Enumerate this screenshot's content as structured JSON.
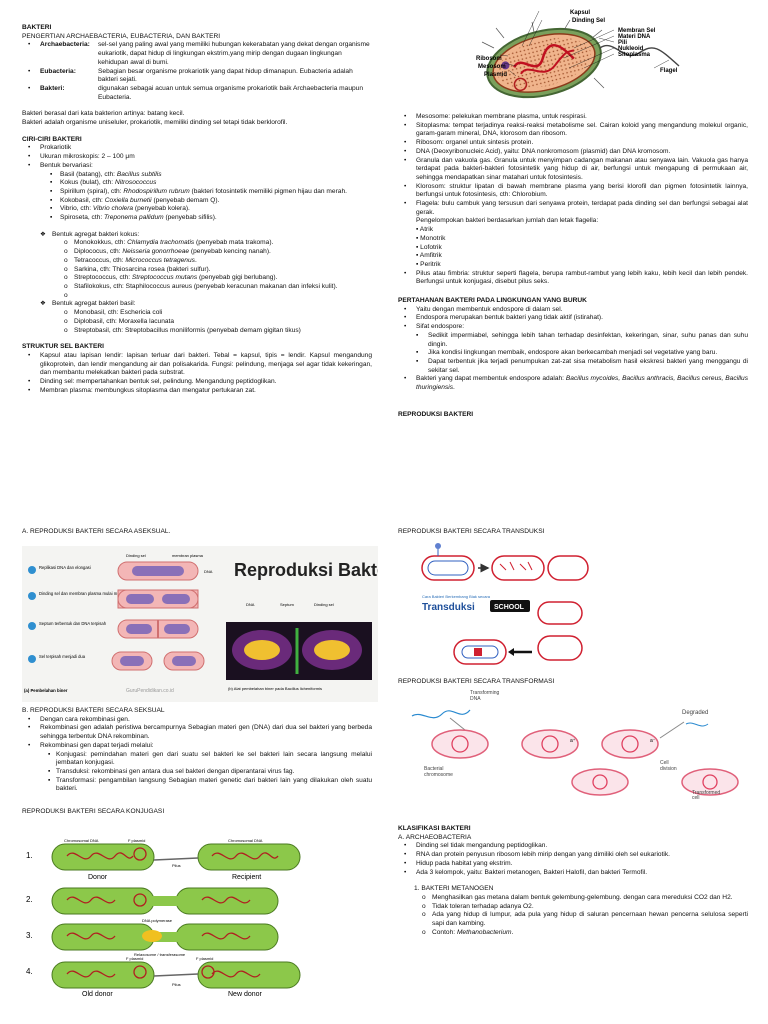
{
  "left_top": {
    "title": "BAKTERI",
    "subtitle": "PENGERTIAN ARCHAEBACTERIA, EUBACTERIA, DAN BAKTERI",
    "defs": [
      {
        "term": "Archaebacteria",
        "sep": ":",
        "text": "sel-sel yang paling awal yang memiliki hubungan kekerabatan yang dekat dengan organisme eukariotik, dapat hidup di lingkungan ekstrim,yang mirip dengan dugaan lingkungan kehidupan awal di bumi."
      },
      {
        "term": "Eubacteria",
        "sep": ":",
        "text": "Sebagian besar organisme prokariotik yang dapat hidup dimanapun. Eubacteria adalah bakteri sejati."
      },
      {
        "term": "Bakteri",
        "sep": ":",
        "text": "digunakan sebagai acuan untuk semua organisme prokariotik baik Archaebacteria maupun Eubacteria."
      }
    ],
    "intro1": "Bakteri berasal dari kata bakterion artinya: batang kecil.",
    "intro2": "Bakteri adalah organisme uniseluler, prokariotik, memiliki dinding sel tetapi tidak berklorofil."
  },
  "ciri": {
    "heading": "CIRI-CIRI BAKTERI",
    "items": [
      "Prokariotik",
      "Ukuran mikroskopis: 2 – 100 μm",
      "Bentuk bervariasi:"
    ],
    "bentuk": [
      {
        "a": "Basil (batang), cth: ",
        "b": "Bacillus subtilis",
        "c": ""
      },
      {
        "a": "Kokus (bulat), cth: ",
        "b": "Nitrosococcus",
        "c": ""
      },
      {
        "a": "Spirillum (spiral), cth: ",
        "b": "Rhodospirillum rubrum",
        "c": " (bakteri fotosintetik memiliki pigmen hijau dan merah."
      },
      {
        "a": "Kokobasil, cth: ",
        "b": "Coxiella burnetii",
        "c": " (penyebab demam Q)."
      },
      {
        "a": "Vibrio, cth: ",
        "b": "Vibrio cholera",
        "c": " (penyebab kolera)."
      },
      {
        "a": "Spiroseta, cth: ",
        "b": "Treponema pallidum",
        "c": " (penyebab sifilis)."
      }
    ],
    "kokus_head": "Bentuk agregat bakteri kokus:",
    "kokus": [
      {
        "a": "Monokokkus, cth: ",
        "b": "Chlamydia trachomatis",
        "c": " (penyebab mata trakoma)."
      },
      {
        "a": "Diplococus, cth: ",
        "b": "Neisseria gonorrhoeae",
        "c": " (penyebab kencing nanah)."
      },
      {
        "a": "Tetracoccus, cth: ",
        "b": "Micrococcus tetragenus",
        "c": "."
      },
      {
        "a": "Sarkina, cth: Thiosarcina rosea (bakteri sulfur).",
        "b": "",
        "c": ""
      },
      {
        "a": "Streptococcus, cth: ",
        "b": "Streptococcus mutans",
        "c": " (penyebab gigi berlubang)."
      },
      {
        "a": "Stafilokokus, cth: Staphilococcus aureus (penyebab keracunan makanan dan infeksi kulit).",
        "b": "",
        "c": ""
      },
      {
        "a": "",
        "b": "",
        "c": ""
      }
    ],
    "basil_head": "Bentuk agregat bakteri basil:",
    "basil": [
      "Monobasil, cth: Eschericia coli",
      "Diplobasil, cth: Moraxella lacunata",
      "Streptobasil, cth: Streptobacillus moniliformis (penyebab demam gigitan tikus)"
    ]
  },
  "struktur": {
    "heading": "STRUKTUR SEL BAKTERI",
    "items": [
      "Kapsul atau lapisan lendir: lapisan terluar dari bakteri. Tebal = kapsul, tipis = lendir. Kapsul mengandung glikoprotein, dan lendir mengandung air dan polisakarida. Fungsi: pelindung, menjaga sel agar tidak kekeringan, dan membantu melekatkan bakteri pada substrat.",
      "Dinding sel: mempertahankan bentuk sel, pelindung. Mengandung peptidoglikan.",
      "Membran plasma: membungkus sitoplasma dan mengatur pertukaran zat."
    ]
  },
  "cell_fig": {
    "labels": [
      "Kapsul",
      "Dinding Sel",
      "Membran Sel",
      "Materi DNA",
      "Pili",
      "Nukleoid",
      "Sitoplasma",
      "Ribosom",
      "Mesosom",
      "Plasmid",
      "Flagel"
    ]
  },
  "right_top": {
    "items": [
      "Mesosome: pelekukan membrane plasma, untuk respirasi.",
      "Sitoplasma: tempat terjadinya reaksi-reaksi metabolisme sel. Cairan koloid yang mengandung molekul organic, garam-garam mineral, DNA, klorosom dan ribosom.",
      "Ribosom: organel untuk sintesis protein.",
      "DNA (Deoxyribonucleic Acid), yaitu: DNA nonkromosom (plasmid) dan DNA kromosom.",
      "Granula dan vakuola gas. Granula untuk menyimpan cadangan makanan atau senyawa lain. Vakuola gas hanya terdapat pada bakteri-bakteri fotosintetik yang hidup di air, berfungsi untuk mengapung di permukaan air, sehingga mendapatkan sinar matahari untuk fotosintesis.",
      "Klorosom: struktur lipatan di bawah membrane plasma yang berisi klorofil dan pigmen fotosintetik lainnya, berfungsi untuk fotosintesis, cth: Chlorobium.",
      "Flagela: bulu cambuk yang tersusun dari senyawa protein, terdapat pada dinding sel dan berfungsi sebagai alat gerak."
    ],
    "flagel_head": "Pengelompokan bakteri berdasarkan jumlah dan letak flagella:",
    "flagel": [
      "▪ Atrik",
      "▪ Monotrik",
      "▪ Lofotrik",
      "▪ Amfitrik",
      "▪ Peritrik"
    ],
    "pilus": "Pilus atau fimbria: struktur seperti flagela, berupa rambut-rambut yang lebih kaku, lebih kecil dan lebih pendek. Berfungsi untuk konjugasi, disebut pilus seks."
  },
  "pertahanan": {
    "heading": "PERTAHANAN BAKTERI PADA LINGKUNGAN YANG BURUK",
    "items": [
      "Yaitu dengan membentuk endospore di dalam sel.",
      "Endospora merupakan bentuk bakteri yang tidak aktif (istirahat).",
      "Sifat endospore:"
    ],
    "sifat": [
      "Sedikit impermiabel, sehingga lebih tahan terhadap desinfektan, kekeringan, sinar, suhu panas dan suhu dingin.",
      "Jika kondisi lingkungan membaik, endospore akan berkecambah menjadi sel vegetative yang baru.",
      "Dapat terbentuk jika terjadi penumpukan zat-zat sisa metabolism hasil ekskresi bakteri yang menggangu di sekitar sel."
    ],
    "last_a": "Bakteri yang dapat membentuk endospore adalah: ",
    "last_b": "Bacillus mycoides, Bacillus anthracis, Bacillus cereus, Bacillus thuringiensis",
    "last_c": ".",
    "repro_heading": "REPRODUKSI BAKTERI"
  },
  "bottom_left": {
    "a_heading": "A. REPRODUKSI BAKTERI SECARA ASEKSUAL.",
    "repro_fig": {
      "title": "Reproduksi Bakteri",
      "steps": [
        "Replikasi DNA dan elongasi",
        "Dinding sel dan membran plasma mulai membelah",
        "Septum terbentuk dan DNA terpisah",
        "Sel terpisah menjadi dua"
      ],
      "top_labels": [
        "Dinding sel",
        "membran plasma",
        "DNA"
      ],
      "mid_labels": [
        "DNA",
        "Septum",
        "Dinding sel"
      ],
      "cap_a": "(a)   Pembelahan biner",
      "cap_b": "(b)   Alat pembelahan biner pada Bacillus licheniformis",
      "watermark": "GuruPendidikan.co.id"
    },
    "b_heading": "B. REPRODUKSI BAKTERI SECARA SEKSUAL",
    "b_items": [
      "Dengan cara rekombinasi gen.",
      "Rekombinasi gen adalah peristiwa bercampurnya Sebagian materi gen (DNA) dari dua sel bakteri yang berbeda sehingga terbentuk DNA rekombinan.",
      "Rekombinasi gen dapat terjadi melalui:"
    ],
    "b_sub": [
      "Konjugasi: pemindahan materi gen dari suatu sel bakteri ke sel bakteri lain secara langsung melalui jembatan konjugasi.",
      "Transduksi: rekombinasi gen antara dua sel bakteri dengan diperantarai virus fag.",
      "Transformasi: pengambilan langsung Sebagian materi genetic dari bakteri lain yang dilakukan oleh suatu bakteri."
    ],
    "konj_heading": "REPRODUKSI BAKTERI SECARA KONJUGASI",
    "konj_fig": {
      "nums": [
        "1.",
        "2.",
        "3.",
        "4."
      ],
      "chrom": "Chromosomal DNA",
      "fplasmid": "F plasmid",
      "donor": "Donor",
      "recipient": "Recipient",
      "pilus": "Pilus",
      "dnapol": "DNA polymerase",
      "relax": "Relaxosome / transferasome",
      "old": "Old donor",
      "new": "New donor"
    }
  },
  "bottom_right": {
    "transd_heading": "REPRODUKSI BAKTERI SECARA TRANSDUKSI",
    "transd_fig": {
      "caption": "Cara Bakteri Berkembang Biak secara",
      "title": "Transduksi",
      "logo": "SCHOOL"
    },
    "transf_heading": "REPRODUKSI BAKTERI SECARA TRANSFORMASI",
    "transf_fig": {
      "transforming": "Transforming",
      "dna": "DNA",
      "degraded": "Degraded",
      "bacterial": "Bacterial",
      "chrom": "chromosome",
      "cell": "Cell",
      "division": "division",
      "transformed": "Transformed",
      "cell2": "cell",
      "a_minus": "a⁻",
      "a_plus": "a⁺"
    },
    "klas_heading": "KLASIFIKASI BAKTERI",
    "klas_sub": "A. ARCHAEOBACTERIA",
    "klas_items": [
      "Dinding sel tidak mengandung peptidoglikan.",
      "RNA dan protein penyusun ribosom lebih mirip dengan yang dimiliki oleh sel eukariotik.",
      "Hidup pada habitat yang ekstrim.",
      "Ada 3 kelompok, yaitu: Bakteri metanogen, Bakteri Halofil, dan bakteri Termofil."
    ],
    "meta_head": "1.    BAKTERI METANOGEN",
    "meta_items": [
      {
        "a": "Menghasilkan gas metana dalam bentuk gelembung-gelembung. dengan cara mereduksi CO2 dan H2.",
        "b": ""
      },
      {
        "a": "Tidak toleran terhadap adanya O2.",
        "b": ""
      },
      {
        "a": "Ada yang hidup di lumpur, ada pula yang hidup di saluran pencernaan hewan pencerna selulosa seperti sapi dan kambing.",
        "b": ""
      },
      {
        "a": "Contoh: ",
        "b": "Methanobacterium"
      }
    ]
  }
}
